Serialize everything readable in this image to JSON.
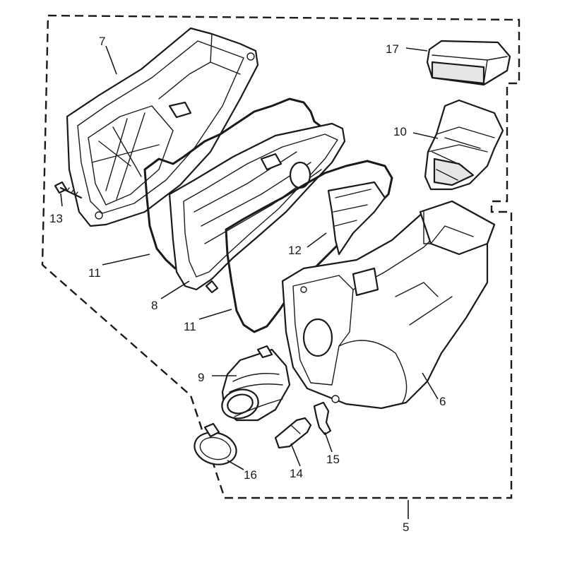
{
  "callouts": [
    {
      "id": "label-5",
      "text": "5"
    },
    {
      "id": "label-6",
      "text": "6"
    },
    {
      "id": "label-7",
      "text": "7"
    },
    {
      "id": "label-8",
      "text": "8"
    },
    {
      "id": "label-9",
      "text": "9"
    },
    {
      "id": "label-10",
      "text": "10"
    },
    {
      "id": "label-11a",
      "text": "11"
    },
    {
      "id": "label-11b",
      "text": "11"
    },
    {
      "id": "label-12",
      "text": "12"
    },
    {
      "id": "label-13",
      "text": "13"
    },
    {
      "id": "label-14",
      "text": "14"
    },
    {
      "id": "label-15",
      "text": "15"
    },
    {
      "id": "label-16",
      "text": "16"
    },
    {
      "id": "label-17",
      "text": "17"
    }
  ]
}
